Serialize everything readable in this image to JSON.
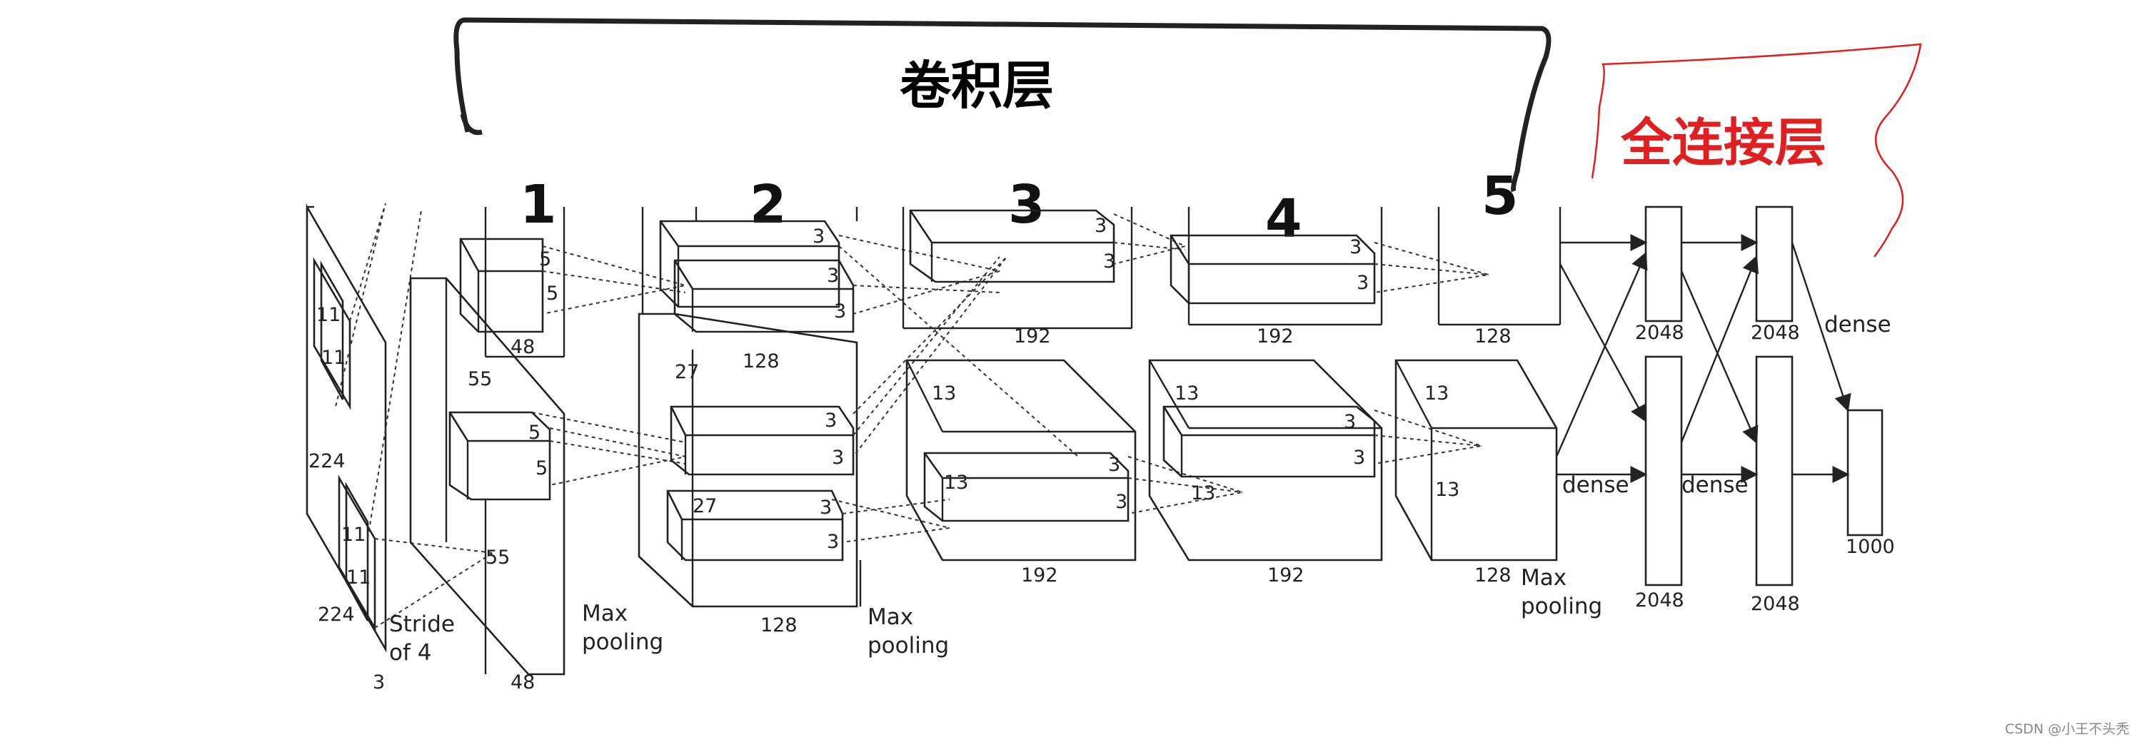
{
  "header": {
    "conv_label": "卷积层",
    "fc_label": "全连接层",
    "conv_color": "#111111",
    "fc_color": "#e02020",
    "fc_brace_color": "#e02020"
  },
  "layers": {
    "n1": "1",
    "n2": "2",
    "n3": "3",
    "n4": "4",
    "n5": "5"
  },
  "input": {
    "k_h": "11",
    "k_w": "11",
    "k2_h": "11",
    "k2_w": "11",
    "size_h": "224",
    "size_w": "224",
    "channels": "3",
    "stride": "Stride",
    "stride2": "of 4"
  },
  "conv1": {
    "k1": "5",
    "k2": "5",
    "k3": "5",
    "k4": "5",
    "depth_top": "48",
    "depth_bottom": "48",
    "size_a": "55",
    "size_b": "55",
    "pool_a": "Max",
    "pool_b": "pooling"
  },
  "conv2": {
    "k1": "3",
    "k2": "3",
    "k3": "3",
    "k4": "3",
    "k5": "3",
    "k6": "3",
    "k7": "3",
    "k8": "3",
    "depth_top": "128",
    "depth_bottom": "128",
    "size_a": "27",
    "size_b": "27",
    "pool_a": "Max",
    "pool_b": "pooling"
  },
  "conv3": {
    "k1": "3",
    "k2": "3",
    "k3": "3",
    "k4": "3",
    "depth_top": "192",
    "depth_bottom": "192",
    "size_a": "13",
    "size_b": "13"
  },
  "conv4": {
    "k1": "3",
    "k2": "3",
    "k3": "3",
    "k4": "3",
    "depth_top": "192",
    "depth_bottom": "192",
    "size_a": "13",
    "size_b": "13"
  },
  "conv5": {
    "depth_top": "128",
    "depth_bottom": "128",
    "size_a": "13",
    "size_b": "13",
    "pool_a": "Max",
    "pool_b": "pooling"
  },
  "fc": {
    "fc1_top": "2048",
    "fc1_bottom": "2048",
    "fc2_top": "2048",
    "fc2_bottom": "2048",
    "out": "1000",
    "dense1": "dense",
    "dense2": "dense",
    "dense3": "dense"
  },
  "watermark": "CSDN @小王不头秃"
}
